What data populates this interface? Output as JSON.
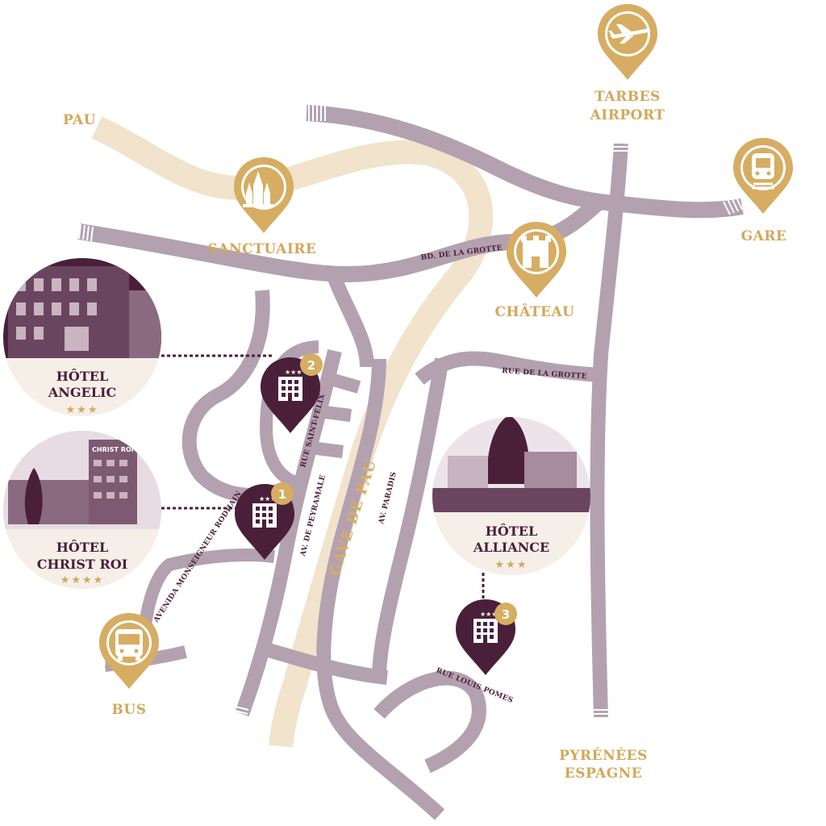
{
  "map": {
    "river_name": "GAVE DE PAU",
    "places": {
      "pau": "PAU",
      "sanctuaire": "SANCTUAIRE",
      "chateau": "CHÂTEAU",
      "gare": "GARE",
      "bus": "BUS",
      "airport_line1": "TARBES",
      "airport_line2": "AIRPORT",
      "pyrenees_line1": "PYRÉNÉES",
      "pyrenees_line2": "ESPAGNE"
    },
    "roads": {
      "bd_grotte": "BD. DE LA GROTTE",
      "rue_grotte": "RUE DE LA GROTTE",
      "rue_saint_felix": "RUE SAINT-FÉLIX",
      "av_peyramale": "AV. DE PEYRAMALE",
      "av_paradis": "AV. PARADIS",
      "avenida_rodhain": "AVENIDA MONSEIGNEUR RODHAIN",
      "rue_louis_pomes": "RUE LOUIS POMES"
    },
    "icons": {
      "sanctuaire": "church-icon",
      "chateau": "castle-icon",
      "gare": "train-icon",
      "bus": "bus-icon",
      "airport": "airplane-icon",
      "hotel": "hotel-building-icon"
    },
    "colors": {
      "road": "#b3a1b0",
      "river": "#f1e3cc",
      "gold": "#d2a85a",
      "hotel": "#4a1f3a"
    }
  },
  "hotels": [
    {
      "number": "1",
      "name_line1": "HÔTEL",
      "name_line2": "CHRIST ROI",
      "stars": "★★★★",
      "photo_text_1": "CHRIST ROI"
    },
    {
      "number": "2",
      "name_line1": "HÔTEL",
      "name_line2": "ANGELIC",
      "stars": "★★★"
    },
    {
      "number": "3",
      "name_line1": "HÔTEL",
      "name_line2": "ALLIANCE",
      "stars": "★★★"
    }
  ]
}
